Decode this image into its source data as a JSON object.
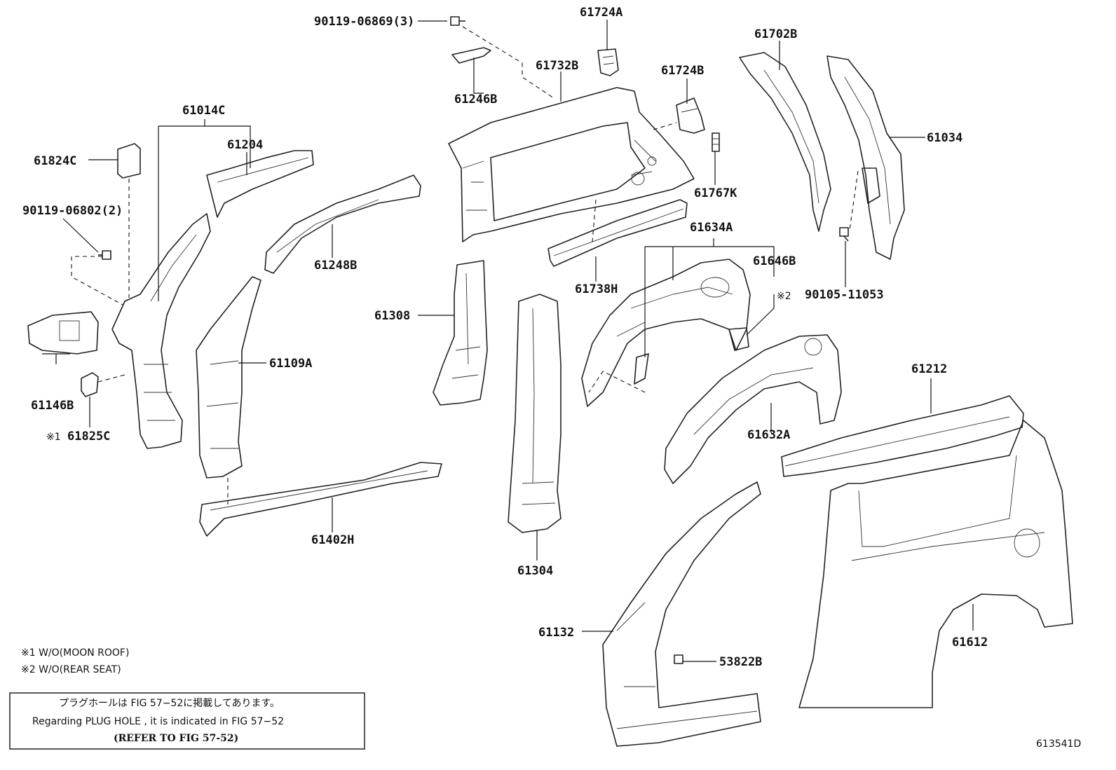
{
  "callouts": {
    "c90119_06869": "90119-06869(3)",
    "c61724A": "61724A",
    "c61732B": "61732B",
    "c61246B": "61246B",
    "c61724B": "61724B",
    "c61702B": "61702B",
    "c61034": "61034",
    "c61014C": "61014C",
    "c61204": "61204",
    "c61824C": "61824C",
    "c90119_06802": "90119-06802(2)",
    "c61248B": "61248B",
    "c61767K": "61767K",
    "c61634A": "61634A",
    "c61646B": "61646B",
    "c90105_11053": "90105-11053",
    "c61738H": "61738H",
    "c61308": "61308",
    "c61109A": "61109A",
    "c61146B": "61146B",
    "c61825C": "61825C",
    "c61212": "61212",
    "c61632A": "61632A",
    "c61402H": "61402H",
    "c61304": "61304",
    "c61132": "61132",
    "c53822B": "53822B",
    "c61612": "61612"
  },
  "marks": {
    "m1": "※1",
    "m2": "※2"
  },
  "notes": {
    "note1": "※1 W/O(MOON ROOF)",
    "note2": "※2 W/O(REAR SEAT)"
  },
  "infobox": {
    "line_jp": "プラグホールは FIG 57−52に掲載してあります。",
    "line_en": "Regarding  PLUG  HOLE , it is indicated in FIG  57−52",
    "line_ref": "(REFER TO FIG 57-52)"
  },
  "diagram_id": "613541D"
}
